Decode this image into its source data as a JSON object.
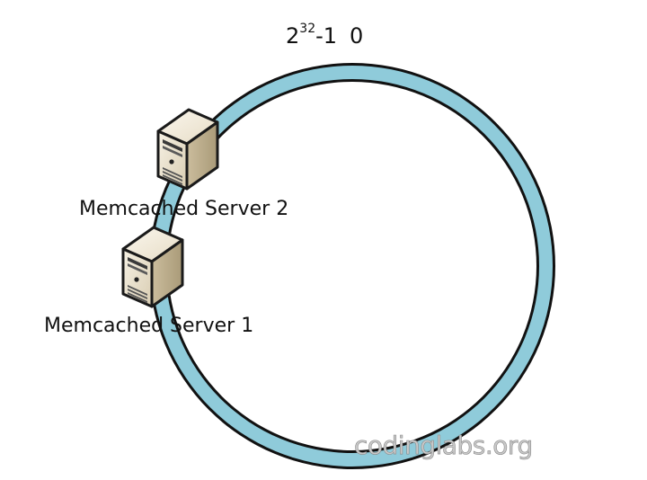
{
  "ring": {
    "top_label": {
      "base": "2",
      "exponent": "32",
      "suffix": "-1",
      "zero": "0"
    }
  },
  "servers": [
    {
      "label": "Memcached Server 2"
    },
    {
      "label": "Memcached Server 1"
    }
  ],
  "watermark": "codinglabs.org",
  "colors": {
    "ring_fill": "#8fcbda",
    "ring_stroke": "#111111",
    "server_body": "#ece4d2",
    "server_shade": "#b8aa8b"
  }
}
